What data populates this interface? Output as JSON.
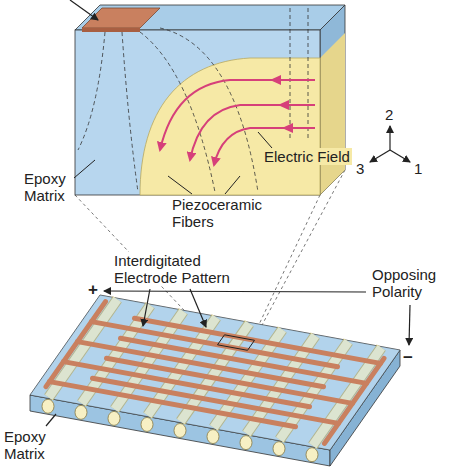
{
  "diagram": {
    "labels": [
      "Epoxy Matrix",
      "Electric Field",
      "Piezoceramic Fibers",
      "2",
      "3",
      "1",
      "Interdigitated Electrode Pattern",
      "Opposing Polarity",
      "+",
      "−",
      "Epoxy Matrix"
    ]
  }
}
